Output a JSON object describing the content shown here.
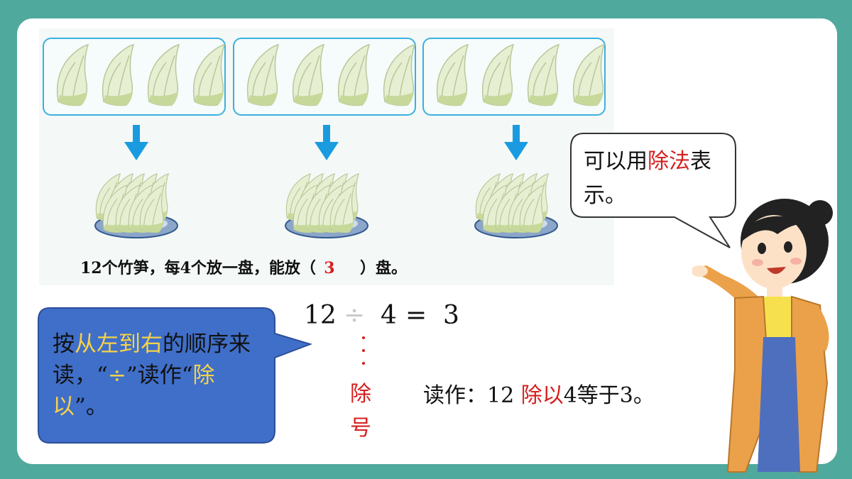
{
  "sentence": {
    "before": "12个竹笋，每4个放一盘，能放（",
    "answer": "3",
    "after": "）盘。"
  },
  "equation": {
    "left": "12",
    "operator": "÷",
    "divisor": "4",
    "equals": "=",
    "result": "3"
  },
  "symbol_name": [
    "除",
    "号"
  ],
  "reading": {
    "prefix": "读作：12 ",
    "keyword": "除以",
    "suffix": "4等于3。"
  },
  "left_bubble": {
    "part1": "按",
    "highlight1": "从左到右",
    "part2": "的顺序来读，“",
    "highlight2": "÷",
    "part3": "”读作“",
    "highlight3": "除以",
    "part4": "”。"
  },
  "right_bubble": {
    "part1": "可以用",
    "highlight": "除法",
    "part2": "表示。"
  },
  "colors": {
    "frame": "#4fa99c",
    "group_border": "#3bb0e0",
    "arrow": "#1a9be0",
    "left_bubble": "#3f6fc9",
    "highlight_red": "#d61f1f",
    "highlight_yellow": "#f6d24a"
  }
}
